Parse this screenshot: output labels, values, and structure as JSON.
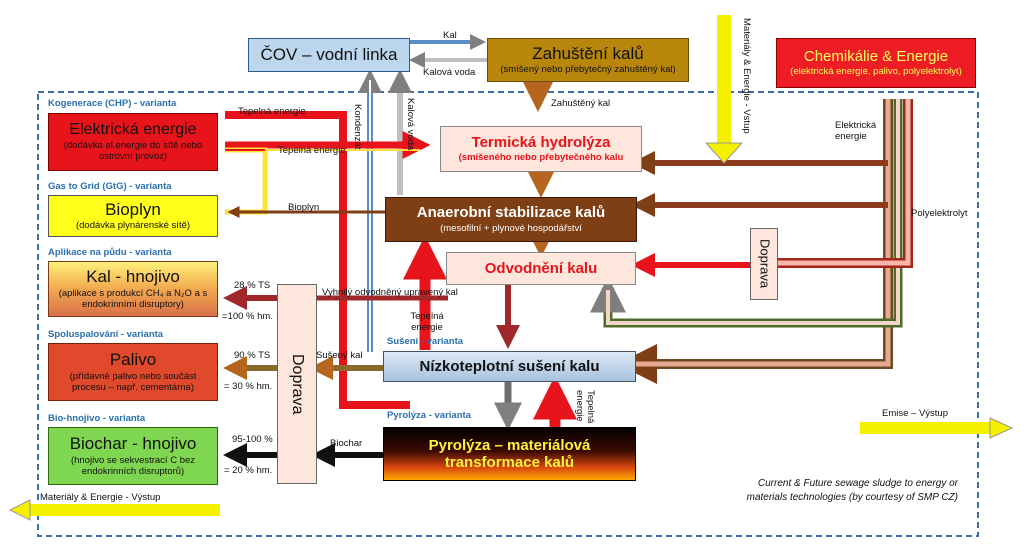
{
  "boxes": {
    "cov": "ČOV – vodní linka",
    "zahusteni": {
      "title": "Zahuštění kalů",
      "sub": "(smíšený nebo přebytečný zahuštěný kal)"
    },
    "chemikalie": {
      "title": "Chemikálie & Energie",
      "sub": "(elektrická energie, palivo, polyelektrolyt)"
    },
    "elektricka": {
      "title": "Elektrická energie",
      "sub": "(dodávka el.energie do sítě nebo ostrovní provoz)"
    },
    "bioplyn": {
      "title": "Bioplyn",
      "sub": "(dodávka plynárenské sítě)"
    },
    "kal_hnojivo": {
      "title": "Kal - hnojivo",
      "sub": "(aplikace s produkcí CH₄ a N₂O a s endokrinními disruptory)"
    },
    "palivo": {
      "title": "Palivo",
      "sub": "(přídavné palivo nebo součást procesu – např. cementárna)"
    },
    "biochar": {
      "title": "Biochar - hnojivo",
      "sub": "(hnojivo se sekvestrací C bez endokrinních disruptorů)"
    },
    "termicka": {
      "title": "Termická hydrolýza",
      "sub": "(smíšeného nebo přebytečného kalu"
    },
    "anaerobni": {
      "title": "Anaerobní stabilizace kalů",
      "sub": "(mesofilní + plynové hospodářství"
    },
    "odvodneni": "Odvodnění kalu",
    "suseni": "Nízkoteplotní sušení kalu",
    "pyrolyza": "Pyrolýza – materiálová transformace kalů",
    "doprava_left": "Doprava",
    "doprava_right": "Doprava"
  },
  "variants": {
    "chp": "Kogenerace (CHP) - varianta",
    "gtg": "Gas to Grid (GtG) - varianta",
    "puda": "Aplikace na půdu - varianta",
    "spolu": "Spoluspalování - varianta",
    "bio": "Bio-hnojivo - varianta",
    "suseni": "Sušení - varianta",
    "pyrolyza": "Pyrolýza - varianta"
  },
  "labels": {
    "kal": "Kal",
    "kalova_voda": "Kalová voda",
    "zahusteny_kal": "Zahuštěný kal",
    "materialy_vstup": "Materiály & Energie - Vstup",
    "tepelna1": "Tepelná energie",
    "tepelna2": "Tepelná energie",
    "elektricka_energie": "Elektrická energie",
    "kondenzat": "Kondenzát",
    "kalova_voda_v": "Kalová voda",
    "bioplyn": "Bioplyn",
    "polyelektrolyt": "Polyelektrolyt",
    "ts28": "28 % TS",
    "hm100": "=100 % hm.",
    "vyhnily": "Vyhnilý odvodněný upravený kal",
    "tepelna_energie3": "Tepelná energie",
    "ts90": "90 % TS",
    "hm30": "= 30 % hm.",
    "suseny_kal": "Sušený kal",
    "ts95": "95-100 %",
    "hm20": "= 20 % hm.",
    "biochar": "Biochar",
    "tepelna_v": "Tepelná energie",
    "emise": "Emise – Výstup",
    "materialy_vystup": "Materiály & Energie - Výstup",
    "courtesy1": "Current & Future sewage sludge to energy or",
    "courtesy2": "materials technologies  (by courtesy of SMP CZ)"
  }
}
